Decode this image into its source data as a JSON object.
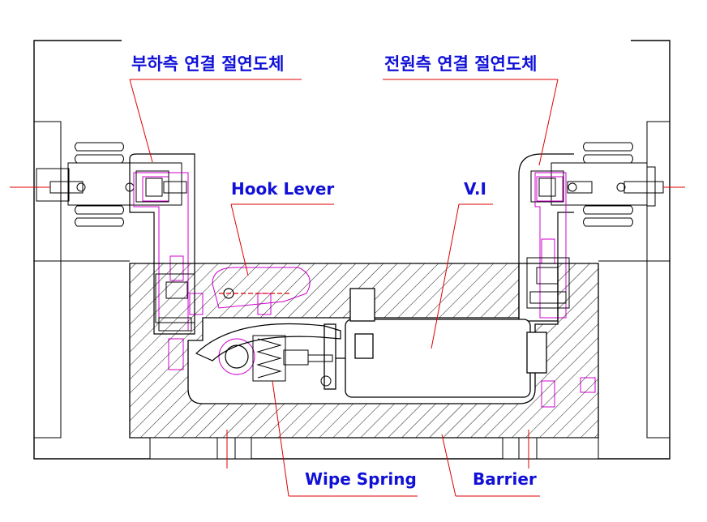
{
  "labels": {
    "load_side_conductor": "부하측 연결 절연도체",
    "power_side_conductor": "전원측 연결 절연도체",
    "hook_lever": "Hook Lever",
    "vacuum_interrupter": "V.I",
    "wipe_spring": "Wipe Spring",
    "barrier": "Barrier"
  },
  "colors": {
    "label_text": "#1010d8",
    "leader_line": "#e00000",
    "outline": "#000000",
    "conductor": "#d000d0",
    "hatch": "#000000",
    "background": "#ffffff"
  }
}
